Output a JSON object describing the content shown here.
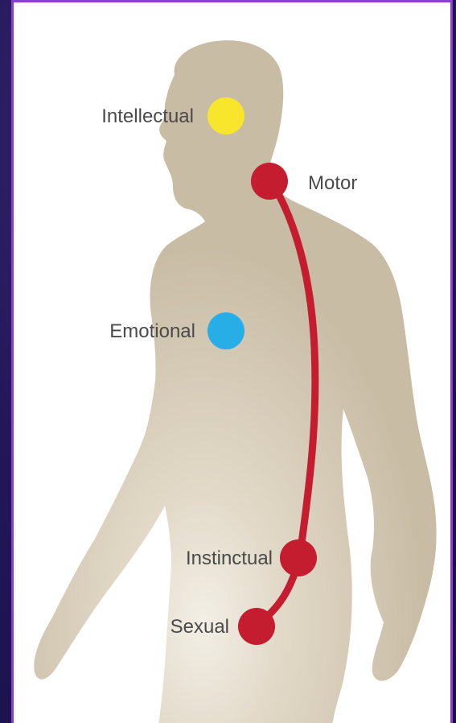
{
  "centers": [
    {
      "key": "intellectual",
      "label": "Intellectual",
      "color": "#f7e62c"
    },
    {
      "key": "motor",
      "label": "Motor",
      "color": "#c31d2f"
    },
    {
      "key": "emotional",
      "label": "Emotional",
      "color": "#27aee6"
    },
    {
      "key": "instinctual",
      "label": "Instinctual",
      "color": "#c31d2f"
    },
    {
      "key": "sexual",
      "label": "Sexual",
      "color": "#c31d2f"
    }
  ],
  "colors": {
    "background": "#1d1550",
    "frame_border": "#8a3fd0",
    "silhouette": "#c8bca5",
    "silhouette_glow": "#f3efe6",
    "spine": "#c31d2f",
    "label_text": "#4a4a4a"
  }
}
